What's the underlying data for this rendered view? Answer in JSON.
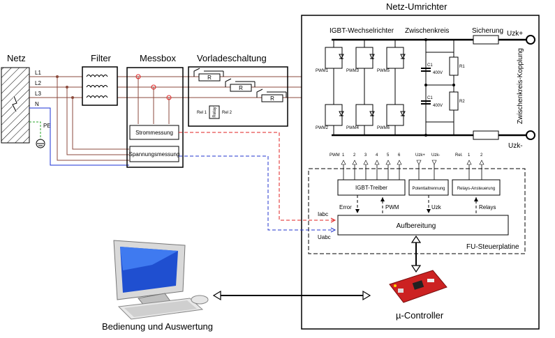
{
  "titles": {
    "netz": "Netz",
    "filter": "Filter",
    "messbox": "Messbox",
    "vorlade": "Vorladeschaltung",
    "umrichter": "Netz-Umrichter",
    "igbt": "IGBT-Wechselrichter",
    "zwischenkreis": "Zwischenkreis",
    "sicherung": "Sicherung",
    "kopplung": "Zwischenkreis-Kopplung",
    "pc": "Bedienung und Auswertung",
    "mcu": "µ-Controller",
    "steuerplatine": "FU-Steuerplatine"
  },
  "lines": {
    "l1": "L1",
    "l2": "L2",
    "l3": "L3",
    "n": "N",
    "pe": "PE"
  },
  "dc": {
    "plus": "Uzk+",
    "minus": "Uzk-"
  },
  "resistor": "R",
  "relay": {
    "label": "Relay",
    "rel1": "Rel 1",
    "rel2": "Rel 2"
  },
  "pwm_labels": [
    "PWM1",
    "PWM3",
    "PWM5",
    "PWM2",
    "PWM4",
    "PWM6"
  ],
  "capacitors": [
    {
      "name": "C1",
      "value": "400V",
      "r": "R1"
    },
    {
      "name": "C1",
      "value": "400V",
      "r": "R2"
    }
  ],
  "boxes": {
    "strommessung": "Strommessung",
    "spannungsmessung": "Spannungsmessung",
    "igbt_treiber": "IGBT-Treiber",
    "potential": "Potentialtrennung",
    "relays": "Relays-Ansteuerung",
    "aufbereitung": "Aufbereitung"
  },
  "connector": {
    "pwm": "PWM",
    "pins": [
      "1",
      "2",
      "3",
      "4",
      "5",
      "6"
    ],
    "uzk_plus": "Uzk+",
    "uzk_minus": "Uzk-",
    "rel": "Rel.",
    "rel_pins": [
      "1",
      "2"
    ]
  },
  "signals": {
    "error": "Error",
    "pwm": "PWM",
    "uzk": "Uzk",
    "relays": "Relays",
    "iabc": "Iabc",
    "uabc": "Uabc"
  },
  "colors": {
    "wire_brown": "#8b4a3c",
    "wire_blue": "#1a2fd6",
    "wire_pe": "#2aa52a",
    "signal_red": "#e02020",
    "signal_blue": "#2233cc",
    "monitor_screen": "#1f4fd0",
    "board": "#cc2222"
  }
}
